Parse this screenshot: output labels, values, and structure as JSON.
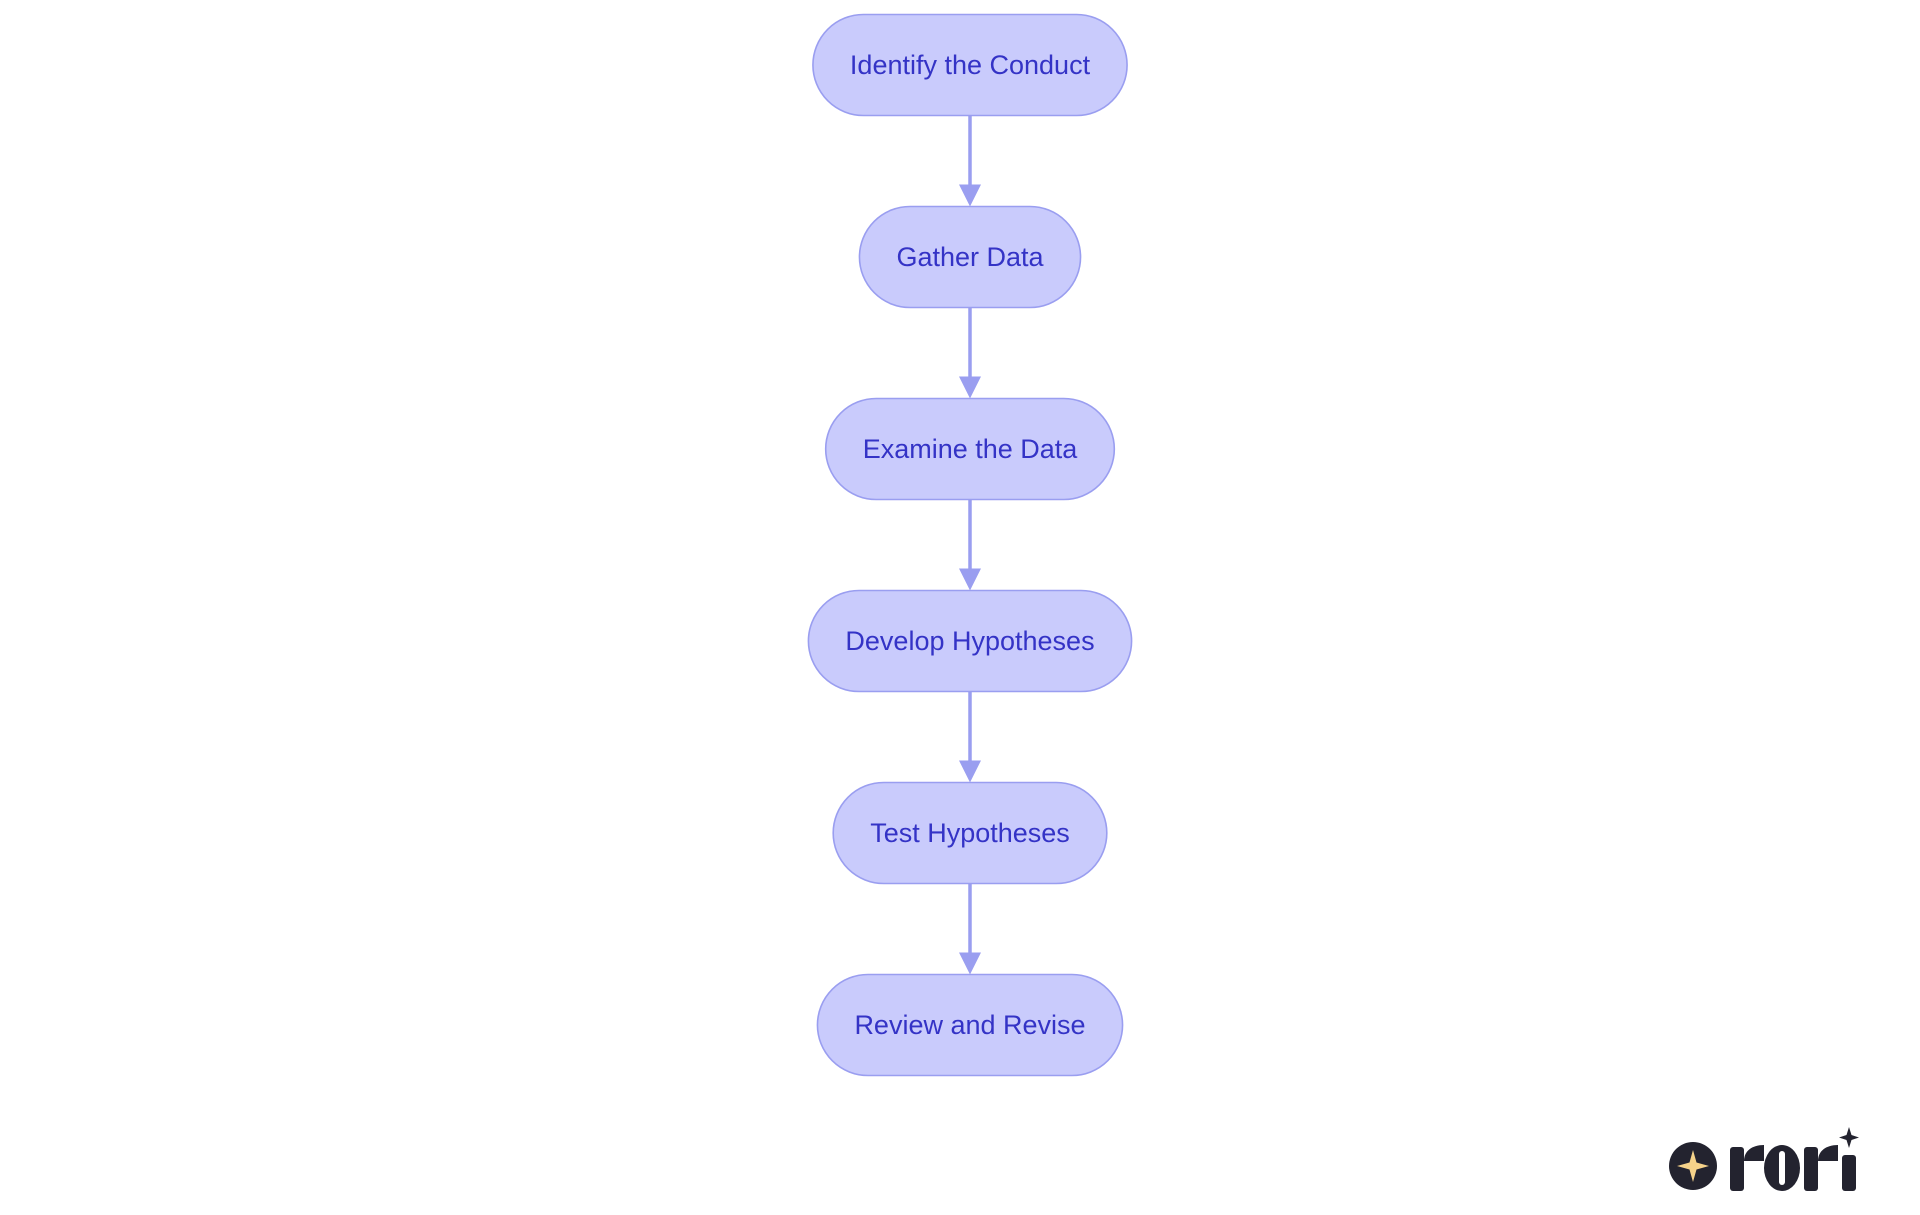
{
  "diagram": {
    "type": "flowchart",
    "direction": "top-to-bottom",
    "nodes": [
      {
        "id": "n1",
        "label": "Identify the Conduct"
      },
      {
        "id": "n2",
        "label": "Gather Data"
      },
      {
        "id": "n3",
        "label": "Examine the Data"
      },
      {
        "id": "n4",
        "label": "Develop Hypotheses"
      },
      {
        "id": "n5",
        "label": "Test Hypotheses"
      },
      {
        "id": "n6",
        "label": "Review and Revise"
      }
    ],
    "edges": [
      {
        "from": "n1",
        "to": "n2"
      },
      {
        "from": "n2",
        "to": "n3"
      },
      {
        "from": "n3",
        "to": "n4"
      },
      {
        "from": "n4",
        "to": "n5"
      },
      {
        "from": "n5",
        "to": "n6"
      }
    ]
  },
  "colors": {
    "node_fill": "#c9cbfc",
    "node_border": "#9a9ef0",
    "node_text": "#3433c6",
    "edge": "#9a9ef0",
    "logo_dark": "#23232f",
    "logo_star": "#f5d28a"
  },
  "logo": {
    "text": "rori",
    "icon": "sparkle-icon"
  }
}
